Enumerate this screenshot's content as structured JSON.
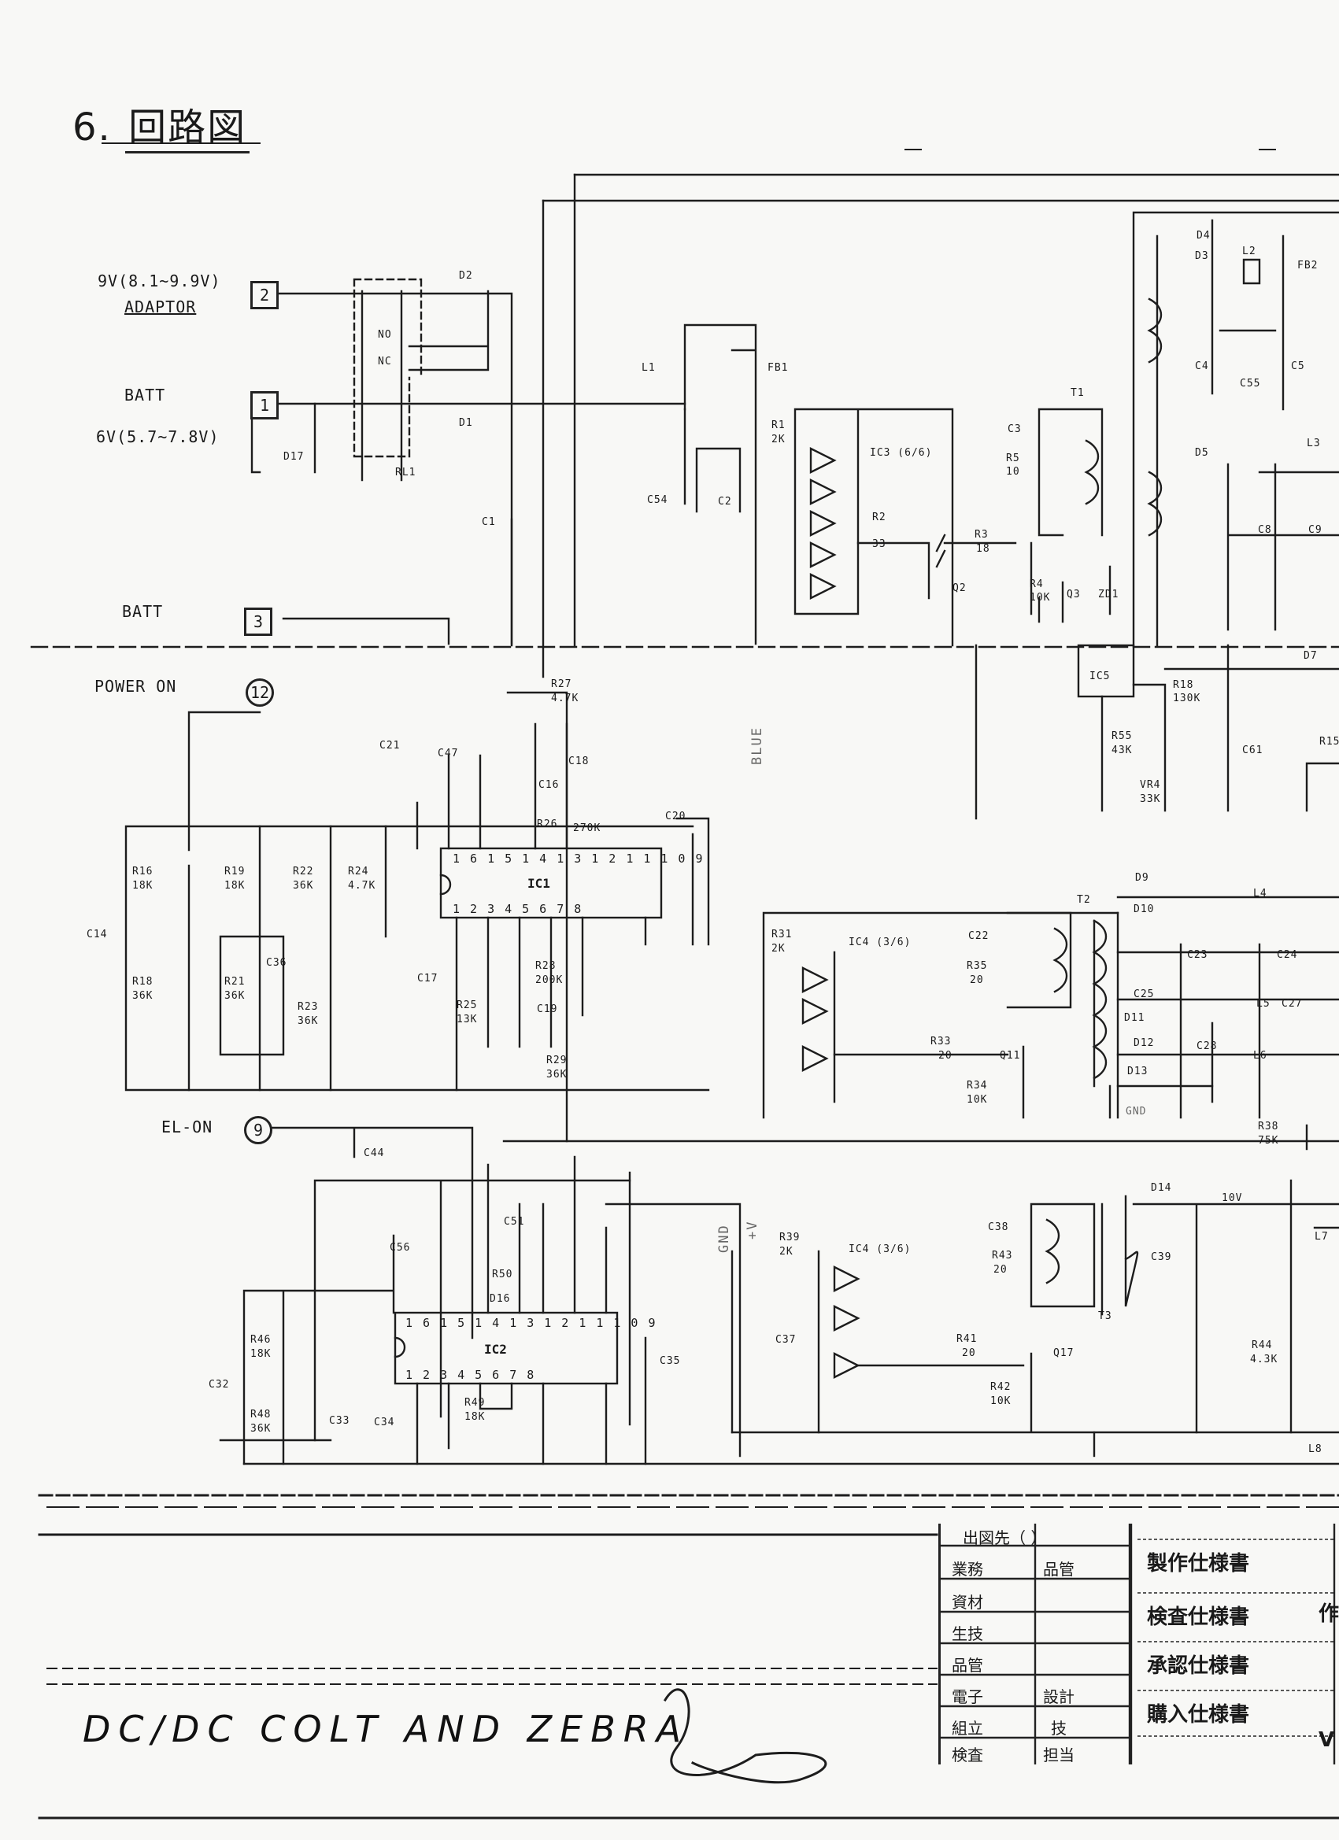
{
  "title": {
    "number": "6.",
    "text": "回路図"
  },
  "inputs": {
    "adaptor_voltage": "9V(8.1~9.9V)",
    "adaptor_label": "ADAPTOR",
    "adaptor_pin": "2",
    "batt_label": "BATT",
    "batt_pin": "1",
    "batt_voltage": "6V(5.7~7.8V)",
    "batt2_label": "BATT",
    "batt2_pin": "3",
    "power_on_label": "POWER ON",
    "power_on_pin": "12",
    "el_on_label": "EL-ON",
    "el_on_pin": "9"
  },
  "relay": {
    "name": "RL1",
    "no": "NO",
    "nc": "NC"
  },
  "components": {
    "d2": "D2",
    "d1": "D1",
    "d17": "D17",
    "c1": "C1",
    "l1": "L1",
    "fb1": "FB1",
    "c54": "C54",
    "c2": "C2",
    "r1": "R1",
    "r1v": "2K",
    "ic3": "IC3 (6/6)",
    "r2": "R2",
    "r2v": "33",
    "r3": "R3",
    "r3v": "18",
    "q2": "Q2",
    "r4": "R4",
    "r4v": "10K",
    "q3": "Q3",
    "zd1": "ZD1",
    "c3": "C3",
    "r5": "R5",
    "r5v": "10",
    "t1": "T1",
    "d4": "D4",
    "d3": "D3",
    "l2": "L2",
    "fb2": "FB2",
    "c4": "C4",
    "c55": "C55",
    "c5": "C5",
    "d5": "D5",
    "l3": "L3",
    "c8": "C8",
    "c9": "C9",
    "ic5": "IC5",
    "r18": "R18",
    "r18v": "130K",
    "r55": "R55",
    "r55v": "43K",
    "vr4": "VR4",
    "vr4v": "33K",
    "c61": "C61",
    "d7": "D7",
    "r15": "R15",
    "r27": "R27",
    "r27v": "4.7K",
    "c21": "C21",
    "c47": "C47",
    "c16": "C16",
    "c18": "C18",
    "r26": "R26",
    "r26v": "270K",
    "c20": "C20",
    "ic1": "IC1",
    "r16": "R16",
    "r16v": "18K",
    "r19": "R19",
    "r19v": "18K",
    "r22": "R22",
    "r22v": "36K",
    "r24": "R24",
    "r24v": "4.7K",
    "c14": "C14",
    "r18b": "R18",
    "r18bv": "36K",
    "r21": "R21",
    "r21v": "36K",
    "c36": "C36",
    "r23": "R23",
    "r23v": "36K",
    "c17": "C17",
    "r25": "R25",
    "r25v": "13K",
    "r28": "R28",
    "r28v": "200K",
    "c19": "C19",
    "r29": "R29",
    "r29v": "36K",
    "r31": "R31",
    "r31v": "2K",
    "ic4a": "IC4 (3/6)",
    "c22": "C22",
    "r35": "R35",
    "r35v": "20",
    "r33": "R33",
    "r33v": "20",
    "r34": "R34",
    "r34v": "10K",
    "q11": "Q11",
    "t2": "T2",
    "d9": "D9",
    "d10": "D10",
    "l4": "L4",
    "c23": "C23",
    "c24": "C24",
    "c25": "C25",
    "l5": "L5",
    "c27": "C27",
    "d11": "D11",
    "d12": "D12",
    "d13": "D13",
    "c28": "C28",
    "l6": "L6",
    "r38": "R38",
    "r38v": "75K",
    "c44": "C44",
    "c51": "C51",
    "r50": "R50",
    "d16": "D16",
    "c56": "C56",
    "ic2": "IC2",
    "r46": "R46",
    "r46v": "18K",
    "c32": "C32",
    "r48": "R48",
    "r48v": "36K",
    "c33": "C33",
    "c34": "C34",
    "r49": "R49",
    "r49v": "18K",
    "c35": "C35",
    "c37": "C37",
    "r39": "R39",
    "r39v": "2K",
    "ic4b": "IC4 (3/6)",
    "c38": "C38",
    "r43": "R43",
    "r43v": "20",
    "r41": "R41",
    "r41v": "20",
    "r42": "R42",
    "r42v": "10K",
    "q17": "Q17",
    "t3": "T3",
    "d14": "D14",
    "v10": "10V",
    "c39": "C39",
    "l7": "L7",
    "r44": "R44",
    "r44v": "4.3K",
    "l8": "L8"
  },
  "wire_labels": {
    "blue": "BLUE",
    "gnd": "GND",
    "gnd2": "GND",
    "plus_v": "+V"
  },
  "title_block": {
    "destination": "出図先（ ）",
    "rows_left": [
      "業務",
      "資材",
      "生技",
      "品管",
      "電子",
      "組立",
      "検査"
    ],
    "rows_mid": [
      "品管",
      "",
      "",
      "",
      "設計",
      "技",
      "担当"
    ],
    "docs": [
      "製作仕様書",
      "検査仕様書",
      "承認仕様書",
      "購入仕様書"
    ],
    "edge_char": "作",
    "v_mark": "V"
  },
  "handwriting": "DC/DC COLT AND ZEBRA",
  "ic_pins_top": [
    "16",
    "15",
    "14",
    "13",
    "12",
    "11",
    "10",
    "9"
  ],
  "ic_pins_bottom": [
    "1",
    "2",
    "3",
    "4",
    "5",
    "6",
    "7",
    "8"
  ]
}
